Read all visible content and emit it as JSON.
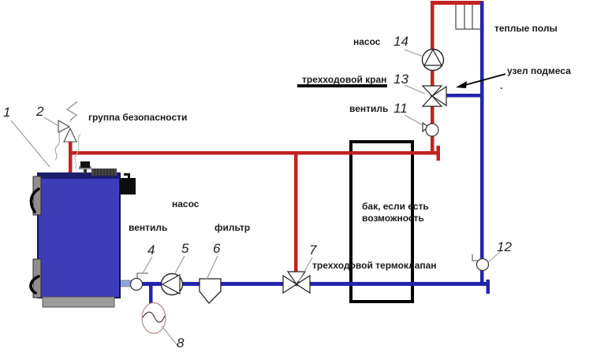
{
  "colors": {
    "supply_pipe": "#c32222",
    "return_pipe": "#2424ad",
    "boiler_body": "#3d3dba",
    "tank_border": "#000000",
    "expansion_tank_outline": "#b5908d"
  },
  "labels": {
    "safety_group": "группа безопасности",
    "pump_top": "насос",
    "three_way_tap": "трехходовой кран",
    "valve_top": "вентиль",
    "warm_floors": "теплые полы",
    "mixing_unit": "узел подмеса",
    "pump_bottom": "насос",
    "valve_bottom": "вентиль",
    "filter": "фильтр",
    "three_way_thermal_valve": "трехходовой термоклапан",
    "tank_note_line1": "бак, если есть",
    "tank_note_line2": "возможность",
    "dot": "."
  },
  "numbers": {
    "boiler": "1",
    "safety_group": "2",
    "valve_bottom": "4",
    "pump_bottom": "5",
    "filter": "6",
    "thermal_valve": "7",
    "expansion_tank": "8",
    "valve_top": "11",
    "valve_right": "12",
    "three_way_tap": "13",
    "pump_top": "14"
  }
}
